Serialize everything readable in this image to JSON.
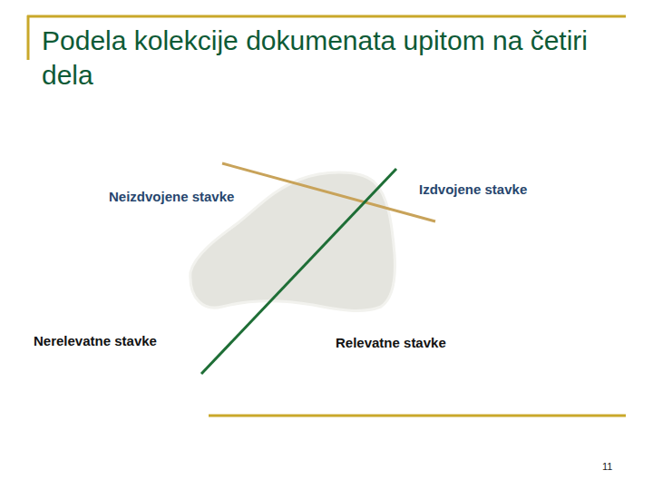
{
  "diagram": {
    "title": "Podela kolekcije dokumenata upitom na četiri dela",
    "labels": [
      "Neizdvojene stavke",
      "Izdvojene stavke",
      "Nerelevatne stavke",
      "Relevatne stavke",
      "11"
    ]
  }
}
